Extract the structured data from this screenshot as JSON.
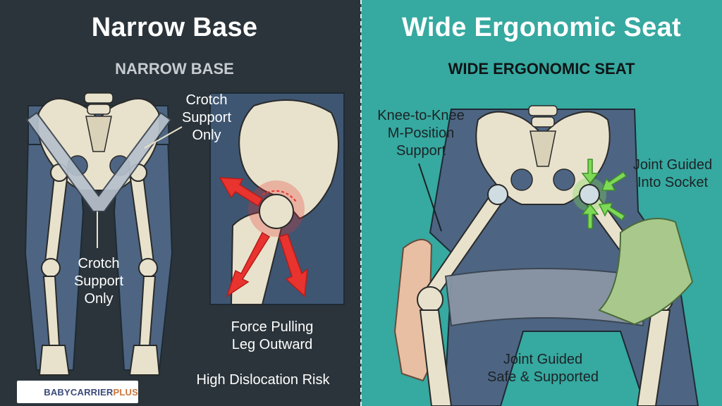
{
  "left_panel": {
    "title": "Narrow Base",
    "subtitle": "NARROW BASE",
    "label_crotch_top_1": "Crotch",
    "label_crotch_top_2": "Support",
    "label_crotch_top_3": "Only",
    "label_crotch_mid_1": "Crotch",
    "label_crotch_mid_2": "Support",
    "label_crotch_mid_3": "Only",
    "label_force_1": "Force Pulling",
    "label_force_2": "Leg Outward",
    "label_risk": "High Dislocation Risk"
  },
  "right_panel": {
    "title": "Wide Ergonomic Seat",
    "subtitle": "WIDE ERGONOMIC SEAT",
    "label_knee_1": "Knee-to-Knee",
    "label_knee_2": "M-Position",
    "label_knee_3": "Support",
    "label_socket_1": "Joint Guided",
    "label_socket_2": "Into Socket",
    "label_safe_1": "Joint Guided",
    "label_safe_2": "Safe & Supported"
  },
  "logo": {
    "brand_a": "BABY",
    "brand_b": "CARRIER",
    "brand_c": "PLUS"
  },
  "colors": {
    "left_bg": "#2b343a",
    "right_bg": "#36a9a0",
    "bone": "#e8e2cc",
    "skin_blue": "#4d6582",
    "danger_red": "#e9332f",
    "guide_green": "#7ed957",
    "fabric_grey": "#8c97a6",
    "fabric_green": "#a9c98c"
  }
}
